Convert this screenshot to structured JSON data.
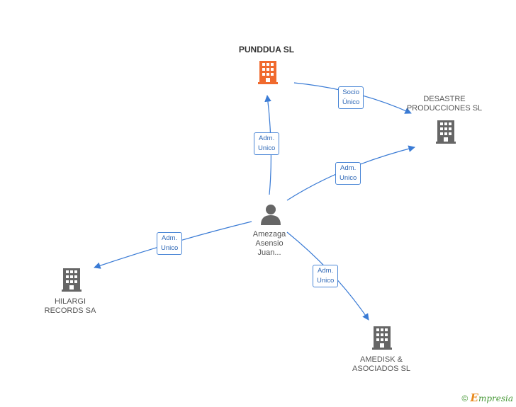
{
  "nodes": {
    "punddua": {
      "lines": [
        "PUNDDUA SL"
      ],
      "icon": "building-icon",
      "color": "#f06a2e"
    },
    "desastre": {
      "lines": [
        "DESASTRE",
        "PRODUCCIONES SL"
      ],
      "icon": "building-icon",
      "color": "#666666"
    },
    "person": {
      "lines": [
        "Amezaga",
        "Asensio",
        "Juan..."
      ],
      "icon": "person-icon",
      "color": "#666666"
    },
    "hilargi": {
      "lines": [
        "HILARGI",
        "RECORDS SA"
      ],
      "icon": "building-icon",
      "color": "#666666"
    },
    "amedisk": {
      "lines": [
        "AMEDISK &",
        "ASOCIADOS SL"
      ],
      "icon": "building-icon",
      "color": "#666666"
    }
  },
  "edges": [
    {
      "id": "person-punddua",
      "from": "person",
      "to": "punddua",
      "label": [
        "Adm.",
        "Unico"
      ]
    },
    {
      "id": "punddua-desastre",
      "from": "punddua",
      "to": "desastre",
      "label": [
        "Socio",
        "Único"
      ]
    },
    {
      "id": "person-desastre",
      "from": "person",
      "to": "desastre",
      "label": [
        "Adm.",
        "Unico"
      ]
    },
    {
      "id": "person-hilargi",
      "from": "person",
      "to": "hilargi",
      "label": [
        "Adm.",
        "Unico"
      ]
    },
    {
      "id": "person-amedisk",
      "from": "person",
      "to": "amedisk",
      "label": [
        "Adm.",
        "Unico"
      ]
    }
  ],
  "colors": {
    "edge": "#3a7bd5",
    "edge_label_border": "#4a86d6",
    "edge_label_text": "#2d67b6"
  },
  "footer": {
    "copyright": "©",
    "brand_initial": "E",
    "brand_rest": "mpresia"
  }
}
